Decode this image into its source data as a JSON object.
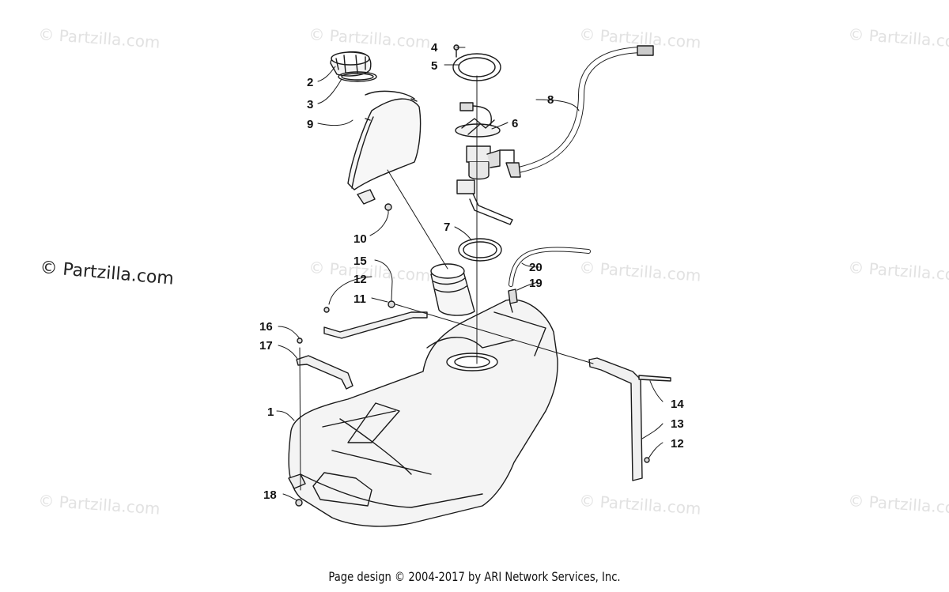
{
  "watermark": "© Partzilla.com",
  "callouts": {
    "c1": "1",
    "c2": "2",
    "c3": "3",
    "c4": "4",
    "c5": "5",
    "c6": "6",
    "c7": "7",
    "c8": "8",
    "c9": "9",
    "c10": "10",
    "c11": "11",
    "c12a": "12",
    "c12b": "12",
    "c13": "13",
    "c14": "14",
    "c15": "15",
    "c16": "16",
    "c17": "17",
    "c18": "18",
    "c19": "19",
    "c20": "20"
  },
  "footer": "Page design © 2004-2017 by ARI Network Services, Inc."
}
